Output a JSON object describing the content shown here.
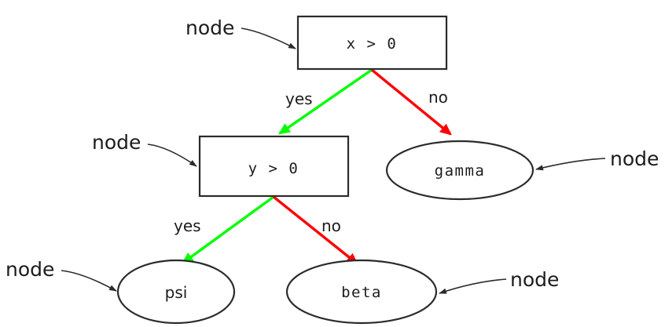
{
  "diagram": {
    "type": "decision-tree",
    "title": "",
    "background_color": "#ffffff",
    "colors": {
      "yes_edge": "#00ff00",
      "no_edge": "#ff0000",
      "node_stroke": "#2b2b2b",
      "node_fill": "#ffffff",
      "text": "#1c1c1c",
      "annotation_line": "#2b2b2b"
    },
    "nodes": [
      {
        "id": "root",
        "shape": "rectangle",
        "label": "x > 0",
        "font": "mono",
        "role": "decision"
      },
      {
        "id": "inner",
        "shape": "rectangle",
        "label": "y > 0",
        "font": "mono",
        "role": "decision"
      },
      {
        "id": "gamma",
        "shape": "ellipse",
        "label": "gamma",
        "font": "mono",
        "role": "leaf"
      },
      {
        "id": "psi",
        "shape": "ellipse",
        "label": "psi",
        "font": "sans",
        "role": "leaf"
      },
      {
        "id": "beta",
        "shape": "ellipse",
        "label": "beta",
        "font": "mono",
        "role": "leaf"
      }
    ],
    "edges": [
      {
        "from": "root",
        "to": "inner",
        "label": "yes",
        "color": "#00ff00"
      },
      {
        "from": "root",
        "to": "gamma",
        "label": "no",
        "color": "#ff0000"
      },
      {
        "from": "inner",
        "to": "psi",
        "label": "yes",
        "color": "#00ff00"
      },
      {
        "from": "inner",
        "to": "beta",
        "label": "no",
        "color": "#ff0000"
      }
    ],
    "annotations": [
      {
        "id": "annot-root",
        "text": "node",
        "target": "root"
      },
      {
        "id": "annot-inner",
        "text": "node",
        "target": "inner"
      },
      {
        "id": "annot-gamma",
        "text": "node",
        "target": "gamma"
      },
      {
        "id": "annot-psi",
        "text": "node",
        "target": "psi"
      },
      {
        "id": "annot-beta",
        "text": "node",
        "target": "beta"
      }
    ]
  }
}
